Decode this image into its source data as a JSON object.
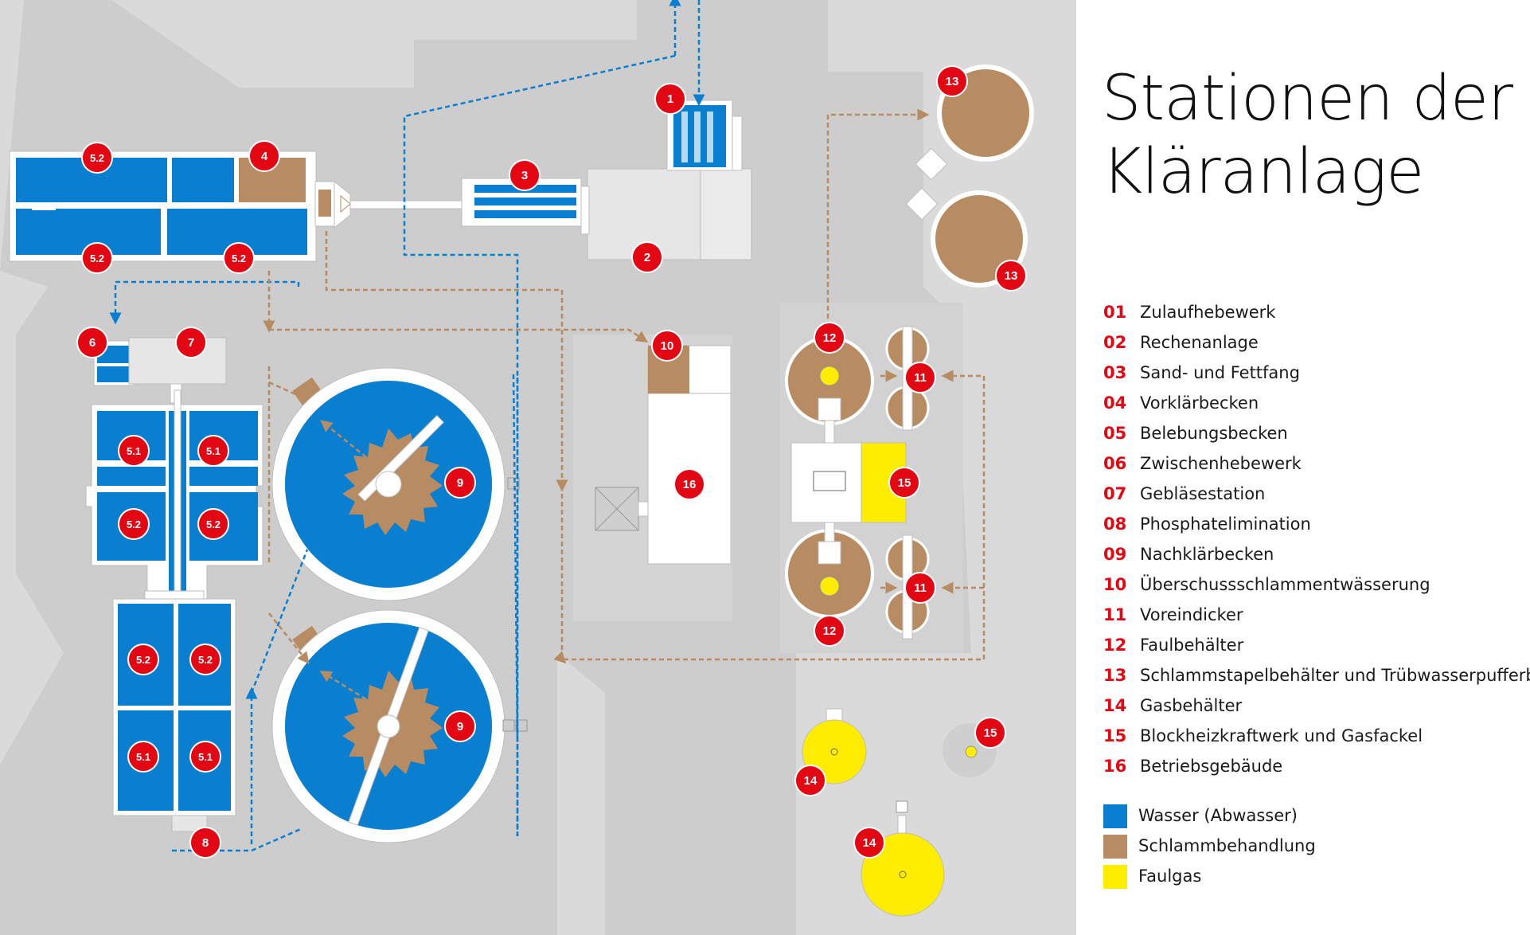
{
  "title": {
    "line1": "Stationen der",
    "line2": "Kläranlage"
  },
  "legend_items": [
    {
      "num": "01",
      "label": "Zulaufhebewerk"
    },
    {
      "num": "02",
      "label": "Rechenanlage"
    },
    {
      "num": "03",
      "label": "Sand- und Fettfang"
    },
    {
      "num": "04",
      "label": "Vorklärbecken"
    },
    {
      "num": "05",
      "label": "Belebungsbecken"
    },
    {
      "num": "06",
      "label": "Zwischenhebewerk"
    },
    {
      "num": "07",
      "label": "Gebläsestation"
    },
    {
      "num": "08",
      "label": "Phosphatelimination"
    },
    {
      "num": "09",
      "label": "Nachklärbecken"
    },
    {
      "num": "10",
      "label": "Überschussschlammentwässerung"
    },
    {
      "num": "11",
      "label": "Voreindicker"
    },
    {
      "num": "12",
      "label": "Faulbehälter"
    },
    {
      "num": "13",
      "label": "Schlammstapelbehälter und Trübwasserpufferbecken"
    },
    {
      "num": "14",
      "label": "Gasbehälter"
    },
    {
      "num": "15",
      "label": "Blockheizkraftwerk und Gasfackel"
    },
    {
      "num": "16",
      "label": "Betriebsgebäude"
    }
  ],
  "color_legend": [
    {
      "label": "Wasser (Abwasser)",
      "color": "#0a7fd0"
    },
    {
      "label": "Schlammbehandlung",
      "color": "#b88c62"
    },
    {
      "label": "Faulgas",
      "color": "#ffed00"
    }
  ],
  "markers": {
    "m1": "1",
    "m2": "2",
    "m3": "3",
    "m4": "4",
    "m52a": "5.2",
    "m52b": "5.2",
    "m52c": "5.2",
    "m6": "6",
    "m7": "7",
    "m51a": "5.1",
    "m51b": "5.1",
    "m52d": "5.2",
    "m52e": "5.2",
    "m52f": "5.2",
    "m52g": "5.2",
    "m51c": "5.1",
    "m51d": "5.1",
    "m8": "8",
    "m9a": "9",
    "m9b": "9",
    "m10": "10",
    "m16": "16",
    "m12a": "12",
    "m12b": "12",
    "m11a": "11",
    "m11b": "11",
    "m15a": "15",
    "m15b": "15",
    "m13a": "13",
    "m13b": "13",
    "m14a": "14",
    "m14b": "14"
  },
  "colors": {
    "map_background": "#dadada",
    "ground": "#c8c8c8",
    "water": "#0a7fd0",
    "sludge": "#b88c62",
    "gas": "#ffed00",
    "marker": "#e30613"
  }
}
